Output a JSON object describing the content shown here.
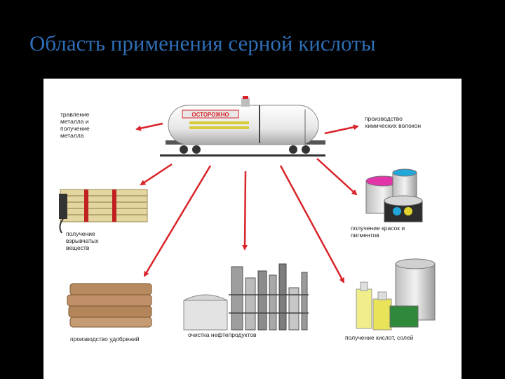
{
  "title": "Область применения серной кислоты",
  "tank_label": "ОСТОРОЖНО",
  "labels": {
    "metal": "травление\nметалла и\nполучение\nметалла",
    "fibers": "производство\nхимических волокон",
    "explosives": "получение\nвзрывчатых\nвеществ",
    "paints": "получение красок и\nпигментов",
    "fertilizers": "производство удобрений",
    "oil": "очистка нефтепродуктов",
    "acids": "получение кислот, солей"
  },
  "colors": {
    "title": "#2e6fb7",
    "arrows": "#d8242a",
    "background": "#000000"
  },
  "icons": [
    "tank-car-icon",
    "explosives-bundle-icon",
    "paint-cans-icon",
    "fertilizer-bags-icon",
    "refinery-icon",
    "acid-bottles-icon"
  ]
}
